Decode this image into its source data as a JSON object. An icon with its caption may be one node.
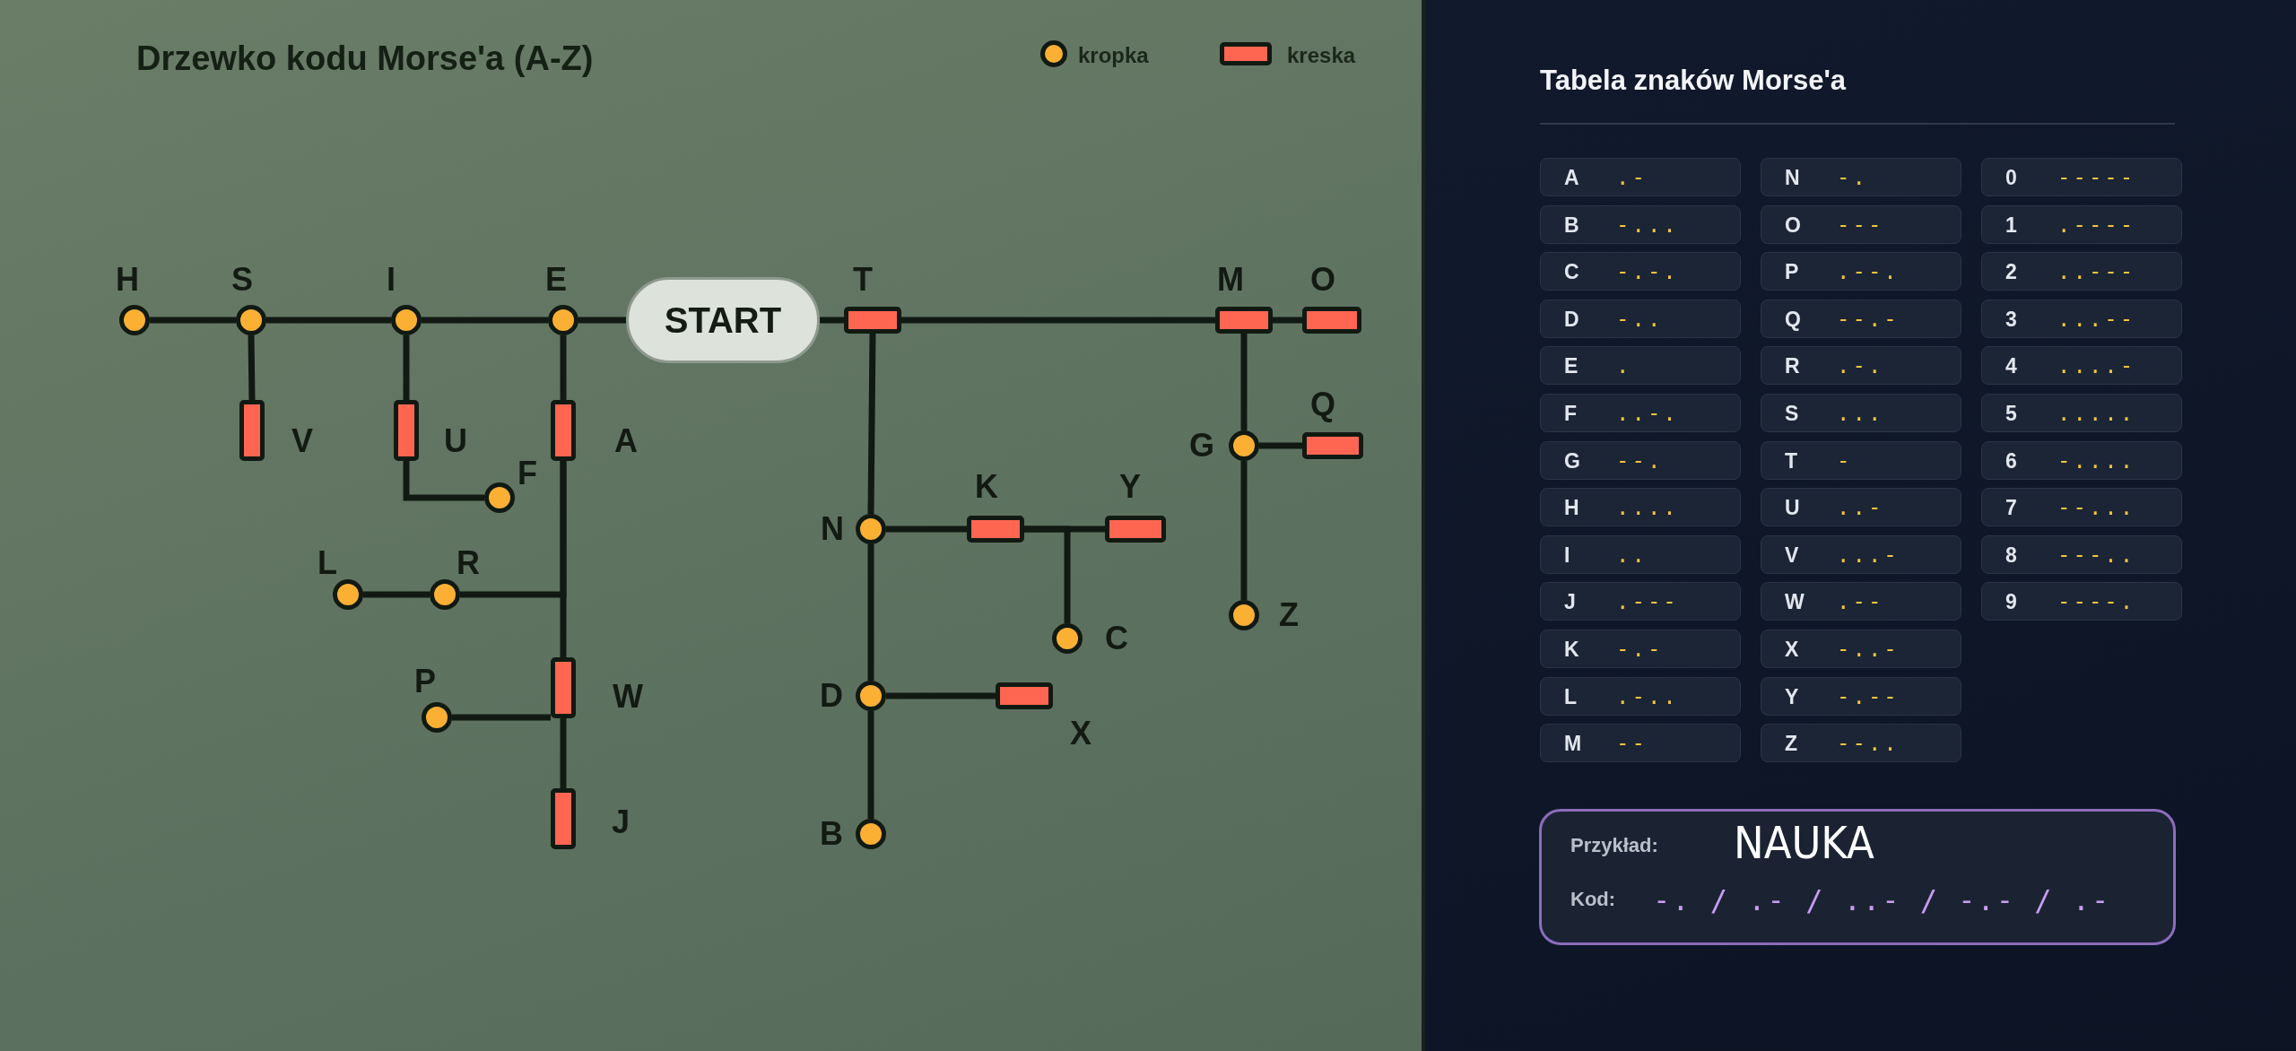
{
  "diagram": {
    "title": "Drzewko kodu Morse'a (A-Z)",
    "nodes": [
      {
        "text": [
          "START"
        ]
      },
      {
        "text": [],
        "shape": "circle",
        "beside": [
          "H"
        ]
      },
      {
        "text": [],
        "shape": "circle",
        "beside": [
          "S"
        ]
      },
      {
        "text": [],
        "shape": "circle",
        "beside": [
          "I"
        ]
      },
      {
        "text": [],
        "shape": "circle",
        "beside": [
          "E"
        ]
      },
      {
        "text": [],
        "shape": "bar",
        "beside": [
          "T"
        ]
      },
      {
        "text": [],
        "shape": "bar",
        "beside": [
          "M"
        ]
      },
      {
        "text": [],
        "shape": "bar",
        "beside": [
          "O"
        ]
      },
      {
        "text": [],
        "shape": "bar",
        "beside": [
          "V"
        ]
      },
      {
        "text": [],
        "shape": "bar",
        "beside": [
          "U"
        ]
      },
      {
        "text": [],
        "shape": "bar",
        "beside": [
          "A"
        ]
      },
      {
        "text": [],
        "shape": "circle",
        "beside": [
          "F"
        ]
      },
      {
        "text": [],
        "shape": "circle",
        "beside": [
          "G"
        ]
      },
      {
        "text": [],
        "shape": "bar",
        "beside": [
          "Q"
        ]
      },
      {
        "text": [],
        "shape": "bar",
        "beside": [
          "K"
        ]
      },
      {
        "text": [],
        "shape": "bar",
        "beside": [
          "Y"
        ]
      },
      {
        "text": [],
        "shape": "circle",
        "beside": [
          "N"
        ]
      },
      {
        "text": [],
        "shape": "circle",
        "beside": [
          "L"
        ]
      },
      {
        "text": [],
        "shape": "circle",
        "beside": [
          "R"
        ]
      },
      {
        "text": [],
        "shape": "circle",
        "beside": [
          "C"
        ]
      },
      {
        "text": [],
        "shape": "circle",
        "beside": [
          "Z"
        ]
      },
      {
        "text": [],
        "shape": "circle",
        "beside": [
          "P"
        ]
      },
      {
        "text": [],
        "shape": "bar",
        "beside": [
          "W"
        ]
      },
      {
        "text": [],
        "shape": "circle",
        "beside": [
          "D"
        ]
      },
      {
        "text": [],
        "shape": "bar",
        "beside": [
          "X"
        ]
      },
      {
        "text": [],
        "shape": "bar",
        "beside": [
          "J"
        ]
      },
      {
        "text": [],
        "shape": "circle",
        "beside": [
          "B"
        ]
      },
      {
        "text": [
          "A",
          ".-"
        ]
      },
      {
        "text": [
          "N",
          "-."
        ]
      },
      {
        "text": [
          "0",
          "-----"
        ]
      },
      {
        "text": [
          "B",
          "-..."
        ]
      },
      {
        "text": [
          "O",
          "---"
        ]
      },
      {
        "text": [
          "1",
          ".----"
        ]
      },
      {
        "text": [
          "C",
          "-.-."
        ]
      },
      {
        "text": [
          "P",
          ".--."
        ]
      },
      {
        "text": [
          "2",
          "..---"
        ]
      },
      {
        "text": [
          "D",
          "-.."
        ]
      },
      {
        "text": [
          "Q",
          "--.-"
        ]
      },
      {
        "text": [
          "3",
          "...--"
        ]
      },
      {
        "text": [
          "E",
          "."
        ]
      },
      {
        "text": [
          "R",
          ".-."
        ]
      },
      {
        "text": [
          "4",
          "....-"
        ]
      },
      {
        "text": [
          "F",
          "..-."
        ]
      },
      {
        "text": [
          "S",
          "..."
        ]
      },
      {
        "text": [
          "5",
          "....."
        ]
      },
      {
        "text": [
          "G",
          "--."
        ]
      },
      {
        "text": [
          "T",
          "-"
        ]
      },
      {
        "text": [
          "6",
          "-...."
        ]
      },
      {
        "text": [
          "H",
          "...."
        ]
      },
      {
        "text": [
          "U",
          "..-"
        ]
      },
      {
        "text": [
          "7",
          "--..."
        ]
      },
      {
        "text": [
          "I",
          ".."
        ]
      },
      {
        "text": [
          "V",
          "...-"
        ]
      },
      {
        "text": [
          "8",
          "---.."
        ]
      },
      {
        "text": [
          "J",
          ".---"
        ]
      },
      {
        "text": [
          "W",
          ".--"
        ]
      },
      {
        "text": [
          "9",
          "----."
        ]
      },
      {
        "text": [
          "K",
          "-.-"
        ]
      },
      {
        "text": [
          "X",
          "-..-"
        ]
      },
      {
        "text": [
          "L",
          ".-.."
        ]
      },
      {
        "text": [
          "Y",
          "-.--"
        ]
      },
      {
        "text": [
          "M",
          "--"
        ]
      },
      {
        "text": [
          "Z",
          "--.."
        ]
      },
      {
        "text": [
          "Przykład:",
          "NAUKA",
          "Kod:",
          "-. / .- / ..- / -.- / .-"
        ]
      }
    ],
    "edges": [
      {
        "from": 0,
        "to": 4,
        "arrow": "none"
      },
      {
        "from": 4,
        "to": 3,
        "arrow": "none"
      },
      {
        "from": 3,
        "to": 2,
        "arrow": "none"
      },
      {
        "from": 2,
        "to": 1,
        "arrow": "none"
      },
      {
        "from": 2,
        "to": 8,
        "arrow": "none"
      },
      {
        "from": 3,
        "to": 9,
        "arrow": "none"
      },
      {
        "from": 9,
        "to": 11,
        "arrow": "none"
      },
      {
        "from": 4,
        "to": 10,
        "arrow": "none"
      },
      {
        "from": 10,
        "to": 18,
        "arrow": "none"
      },
      {
        "from": 18,
        "to": 17,
        "arrow": "none"
      },
      {
        "from": 10,
        "to": 22,
        "arrow": "none"
      },
      {
        "from": 22,
        "to": 21,
        "arrow": "none"
      },
      {
        "from": 22,
        "to": 25,
        "arrow": "none"
      },
      {
        "from": 0,
        "to": 5,
        "arrow": "none"
      },
      {
        "from": 5,
        "to": 6,
        "arrow": "none"
      },
      {
        "from": 6,
        "to": 7,
        "arrow": "none"
      },
      {
        "from": 5,
        "to": 16,
        "arrow": "none"
      },
      {
        "from": 16,
        "to": 14,
        "arrow": "none"
      },
      {
        "from": 14,
        "to": 15,
        "arrow": "none"
      },
      {
        "from": 14,
        "to": 19,
        "arrow": "none"
      },
      {
        "from": 16,
        "to": 23,
        "arrow": "none"
      },
      {
        "from": 23,
        "to": 24,
        "arrow": "none"
      },
      {
        "from": 23,
        "to": 26,
        "arrow": "none"
      },
      {
        "from": 6,
        "to": 12,
        "arrow": "none"
      },
      {
        "from": 12,
        "to": 13,
        "arrow": "none"
      },
      {
        "from": 12,
        "to": 20,
        "arrow": "none"
      }
    ],
    "labels": [
      "Tabela znaków Morse'a"
    ],
    "legend": [
      {
        "text": "kropka",
        "color": "#fbb034"
      },
      {
        "text": "kreska",
        "color": "#ff6652"
      }
    ]
  }
}
